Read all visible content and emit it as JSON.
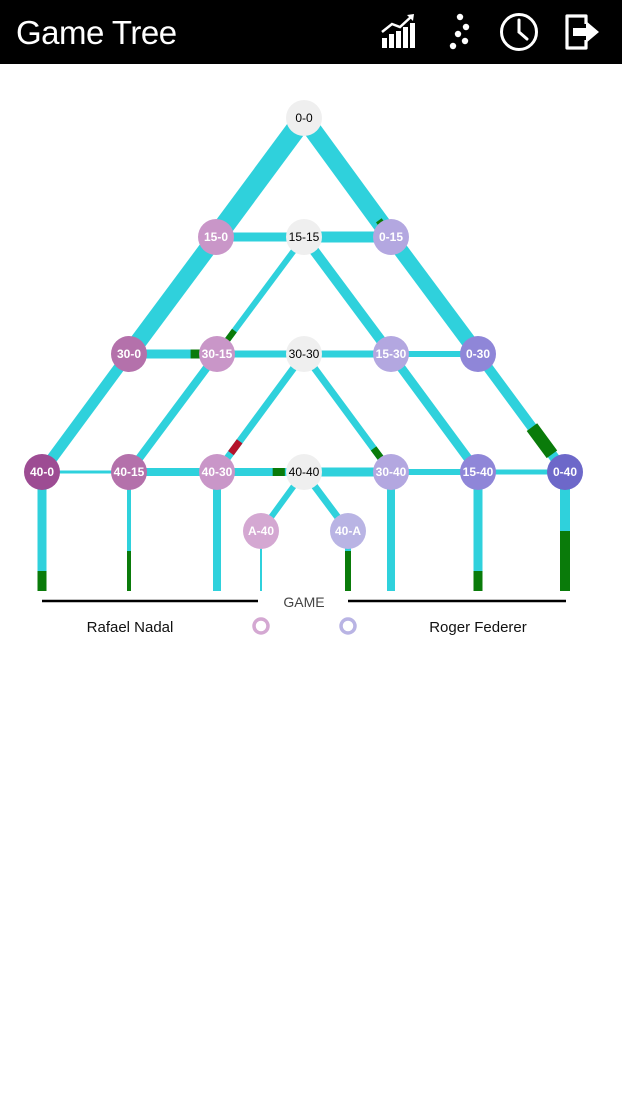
{
  "header": {
    "title": "Game Tree",
    "icons": [
      "stats-chart-icon",
      "dots-scatter-icon",
      "clock-icon",
      "exit-icon"
    ]
  },
  "colors": {
    "flow": "#2fd1dc",
    "won": "#0a7b0a",
    "lost": "#b5132b",
    "neutral": "#efefef",
    "axis": "#000000"
  },
  "tree": {
    "nodes": [
      {
        "label": "0-0",
        "color": "#efefef",
        "text_color": "#000000"
      },
      {
        "label": "15-0",
        "color": "#c996c8",
        "text_color": "#ffffff"
      },
      {
        "label": "15-15",
        "color": "#efefef",
        "text_color": "#000000"
      },
      {
        "label": "0-15",
        "color": "#b3a7e0",
        "text_color": "#ffffff"
      },
      {
        "label": "30-0",
        "color": "#b471ab",
        "text_color": "#ffffff"
      },
      {
        "label": "30-15",
        "color": "#c996c8",
        "text_color": "#ffffff"
      },
      {
        "label": "30-30",
        "color": "#efefef",
        "text_color": "#000000"
      },
      {
        "label": "15-30",
        "color": "#b3a7e0",
        "text_color": "#ffffff"
      },
      {
        "label": "0-30",
        "color": "#8f86d8",
        "text_color": "#ffffff"
      },
      {
        "label": "40-0",
        "color": "#9d4c93",
        "text_color": "#ffffff"
      },
      {
        "label": "40-15",
        "color": "#b471ab",
        "text_color": "#ffffff"
      },
      {
        "label": "40-30",
        "color": "#c996c8",
        "text_color": "#ffffff"
      },
      {
        "label": "40-40",
        "color": "#efefef",
        "text_color": "#000000"
      },
      {
        "label": "30-40",
        "color": "#b3a7e0",
        "text_color": "#ffffff"
      },
      {
        "label": "15-40",
        "color": "#8f86d8",
        "text_color": "#ffffff"
      },
      {
        "label": "0-40",
        "color": "#6d68c9",
        "text_color": "#ffffff"
      },
      {
        "label": "A-40",
        "color": "#d4a8d2",
        "text_color": "#ffffff"
      },
      {
        "label": "40-A",
        "color": "#b9b4e4",
        "text_color": "#ffffff"
      }
    ],
    "game_label": "GAME",
    "player_left": "Rafael Nadal",
    "player_right": "Roger Federer",
    "legend_left_color": "#d4a8d2",
    "legend_right_color": "#b9b4e4"
  }
}
